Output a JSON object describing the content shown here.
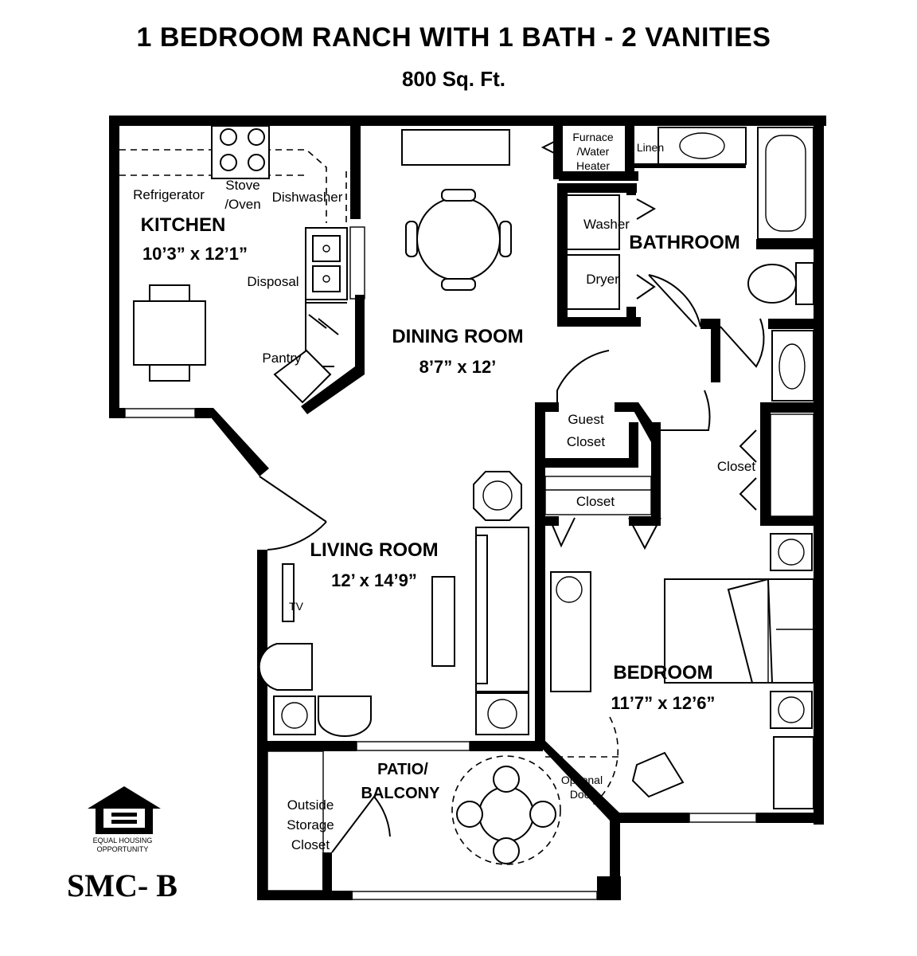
{
  "header": {
    "title": "1 BEDROOM RANCH WITH 1 BATH - 2 VANITIES",
    "area": "800 Sq. Ft."
  },
  "rooms": {
    "kitchen": {
      "name": "KITCHEN",
      "size": "10’3” x 12’1”"
    },
    "dining": {
      "name": "DINING ROOM",
      "size": "8’7” x 12’"
    },
    "living": {
      "name": "LIVING ROOM",
      "size": "12’ x 14’9”"
    },
    "bedroom": {
      "name": "BEDROOM",
      "size": "11’7” x 12’6”"
    },
    "bathroom": {
      "name": "BATHROOM"
    },
    "patio": {
      "name_line1": "PATIO/",
      "name_line2": "BALCONY"
    }
  },
  "fixtures": {
    "refrigerator": "Refrigerator",
    "stove_line1": "Stove",
    "stove_line2": "/Oven",
    "dishwasher": "Dishwasher",
    "disposal": "Disposal",
    "pantry": "Pantry",
    "furnace_line1": "Furnace",
    "furnace_line2": "/Water",
    "furnace_line3": "Heater",
    "linen": "Linen",
    "washer": "Washer",
    "dryer": "Dryer",
    "guest_closet_line1": "Guest",
    "guest_closet_line2": "Closet",
    "bath_closet": "Closet",
    "bedroom_closet": "Closet",
    "tv": "TV",
    "optional_door_line1": "Optional",
    "optional_door_line2": "Door",
    "storage_line1": "Outside",
    "storage_line2": "Storage",
    "storage_line3": "Closet"
  },
  "footer": {
    "logo_caption_line1": "EQUAL HOUSING",
    "logo_caption_line2": "OPPORTUNITY",
    "plan_code": "SMC- B"
  }
}
